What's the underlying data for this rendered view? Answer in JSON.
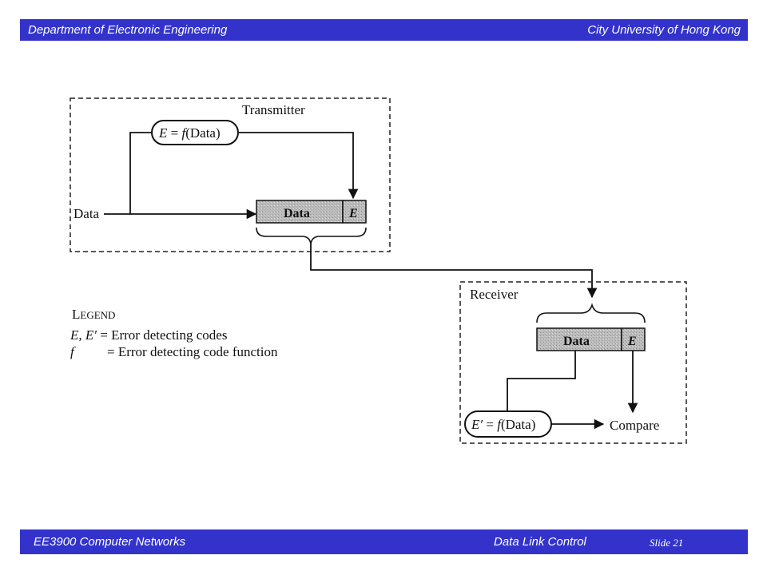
{
  "header": {
    "left": "Department of Electronic Engineering",
    "right": "City University of Hong Kong"
  },
  "diagram": {
    "transmitter_label": "Transmitter",
    "tx_formula_prefix": "E",
    "tx_formula_rest": " = ",
    "tx_formula_f": "f",
    "tx_formula_arg": "(Data)",
    "data_input_label": "Data",
    "tx_data_field": "Data",
    "tx_e_field": "E",
    "receiver_label": "Receiver",
    "rx_data_field": "Data",
    "rx_e_field": "E",
    "rx_formula_prefix": "E′",
    "rx_formula_rest": " = ",
    "rx_formula_f": "f",
    "rx_formula_arg": "(Data)",
    "compare_label": "Compare"
  },
  "legend": {
    "title_first": "L",
    "title_rest": "EGEND",
    "line1_symbols": "E, E′",
    "line1_text": " = Error detecting codes",
    "line2_symbol": "f",
    "line2_text": "= Error detecting code function"
  },
  "footer": {
    "course": "EE3900 Computer Networks",
    "topic": "Data Link Control",
    "slide": "Slide 21"
  }
}
